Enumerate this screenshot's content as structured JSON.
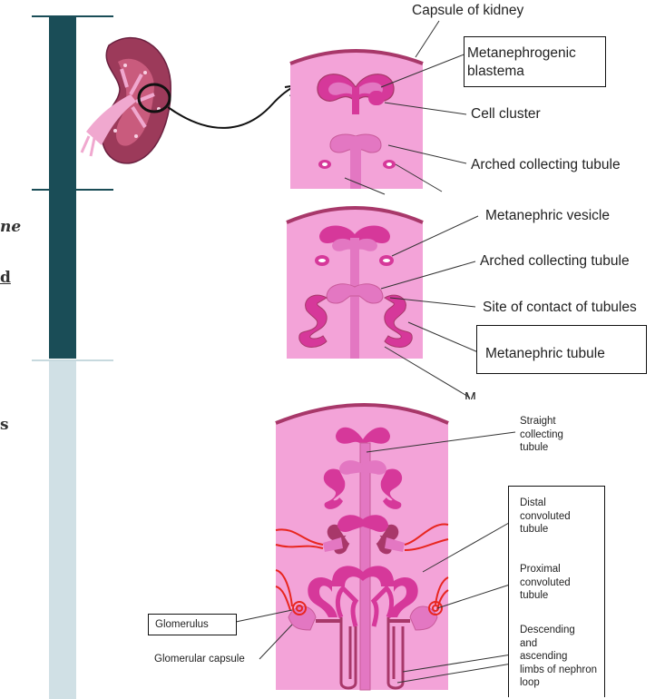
{
  "colors": {
    "bar_dark": "#1a4d57",
    "bar_light": "#d0e0e5",
    "tissue": "#f3a3d8",
    "tissue_dark": "#a8386a",
    "tubule": "#d6389a",
    "tubule_light": "#e377c2",
    "vessel": "#e8261f"
  },
  "diagram": {
    "panel1": {
      "capsule": "Capsule of kidney",
      "blastema": "Metanephrogenic blastema",
      "blastema_line1": "Metanephrogenic",
      "blastema_line2": "blastema",
      "cell_cluster": "Cell cluster",
      "arched": "Arched collecting tubule"
    },
    "panel2": {
      "vesicle": "Metanephric vesicle",
      "arched": "Arched collecting tubule",
      "contact": "Site of contact of tubules",
      "tubule": "Metanephric tubule",
      "cut": "M"
    },
    "panel3": {
      "straight": [
        "Straight",
        "collecting",
        "tubule"
      ],
      "distal": [
        "Distal",
        "convoluted",
        "tubule"
      ],
      "proximal": [
        "Proximal",
        "convoluted",
        "tubule"
      ],
      "loop": [
        "Descending",
        "and",
        "ascending",
        "limbs of nephron",
        "loop"
      ],
      "glomerulus": "Glomerulus",
      "capsule": "Glomerular capsule"
    }
  },
  "edge_text": [
    "ne",
    "d",
    "s"
  ]
}
